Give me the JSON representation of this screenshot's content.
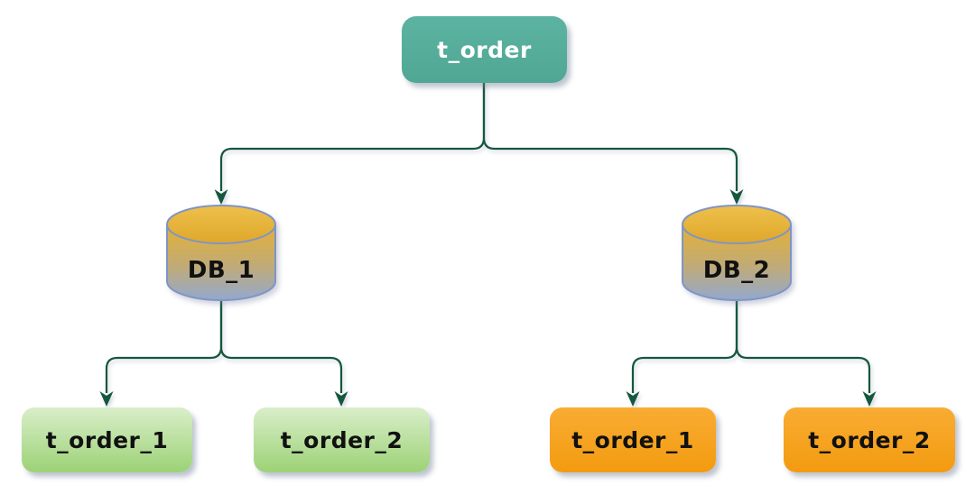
{
  "diagram": {
    "type": "tree",
    "nodes": {
      "root": {
        "label": "t_order",
        "shape": "rounded-rect",
        "role": "logical-table"
      },
      "db1": {
        "label": "DB_1",
        "shape": "database-cylinder",
        "role": "database"
      },
      "db2": {
        "label": "DB_2",
        "shape": "database-cylinder",
        "role": "database"
      },
      "db1_table1": {
        "label": "t_order_1",
        "shape": "rounded-rect",
        "role": "physical-table"
      },
      "db1_table2": {
        "label": "t_order_2",
        "shape": "rounded-rect",
        "role": "physical-table"
      },
      "db2_table1": {
        "label": "t_order_1",
        "shape": "rounded-rect",
        "role": "physical-table"
      },
      "db2_table2": {
        "label": "t_order_2",
        "shape": "rounded-rect",
        "role": "physical-table"
      }
    },
    "edges": [
      {
        "from": "root",
        "to": "db1"
      },
      {
        "from": "root",
        "to": "db2"
      },
      {
        "from": "db1",
        "to": "db1_table1"
      },
      {
        "from": "db1",
        "to": "db1_table2"
      },
      {
        "from": "db2",
        "to": "db2_table1"
      },
      {
        "from": "db2",
        "to": "db2_table2"
      }
    ],
    "colors": {
      "background": "#ffffff",
      "connector": "#15573d",
      "root_fill_top": "#5cb3a1",
      "root_fill_bottom": "#4fa794",
      "root_text": "#ffffff",
      "node_text": "#111111",
      "green_table_top": "#d9eec9",
      "green_table_bottom": "#9cd276",
      "orange_table_top": "#f9ac33",
      "orange_table_bottom": "#f39b10",
      "cylinder_gold": "#e8b531",
      "cylinder_blue": "#93a8cf",
      "cylinder_stroke": "#8095c5"
    }
  }
}
